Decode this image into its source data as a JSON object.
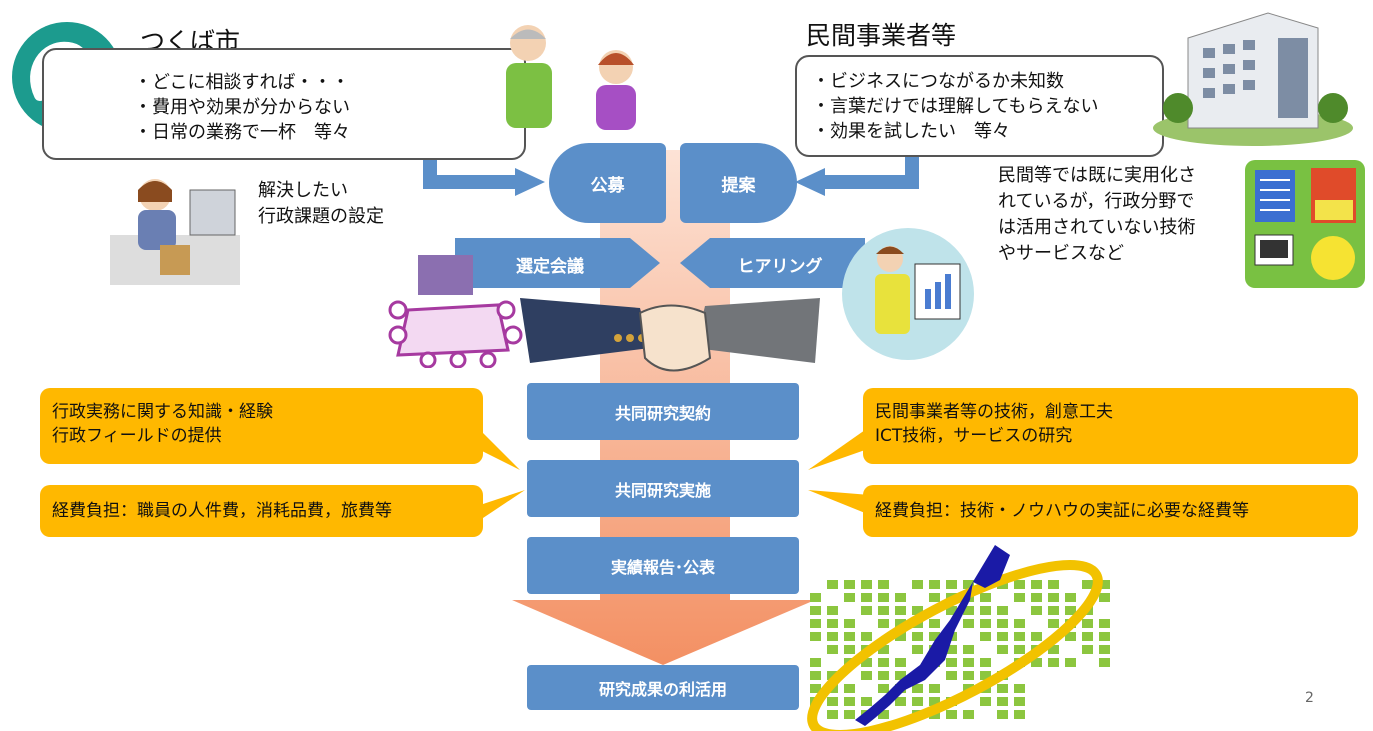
{
  "city": {
    "title": "つくば市",
    "bullets": [
      "・どこに相談すれば・・・",
      "・費用や効果が分からない",
      "・日常の業務で一杯　等々"
    ],
    "issue_note": [
      "解決したい",
      "行政課題の設定"
    ]
  },
  "private": {
    "title": "民間事業者等",
    "bullets": [
      "・ビジネスにつながるか未知数",
      "・言葉だけでは理解してもらえない",
      "・効果を試したい　等々"
    ],
    "tech_note": [
      "民間等では既に実用化さ",
      "れているが，行政分野で",
      "は活用されていない技術",
      "やサービスなど"
    ]
  },
  "flow": {
    "recruit": "公募",
    "proposal": "提案",
    "selection": "選定会議",
    "hearing": "ヒアリング",
    "steps": [
      "共同研究契約",
      "共同研究実施",
      "実績報告･公表",
      "研究成果の利活用"
    ]
  },
  "city_roles": {
    "provides": [
      "行政実務に関する知識・経験",
      "行政フィールドの提供"
    ],
    "cost": "経費負担：職員の人件費，消耗品費，旅費等"
  },
  "private_roles": {
    "provides": [
      "民間事業者等の技術，創意工夫",
      "ICT技術，サービスの研究"
    ],
    "cost": "経費負担：技術・ノウハウの実証に必要な経費等"
  },
  "page_number": "2",
  "colors": {
    "blue": "#5b8fc9",
    "orange": "#ffb800",
    "arrow": "#f7a583",
    "green": "#7bc043",
    "japan": "#1a1aa6",
    "ring": "#f2c200"
  }
}
